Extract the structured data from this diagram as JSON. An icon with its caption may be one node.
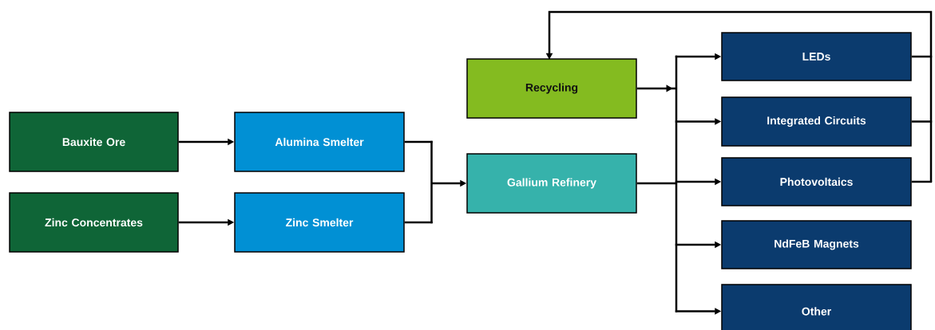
{
  "diagram": {
    "nodes": [
      {
        "text": [
          "Bauxite Ore"
        ]
      },
      {
        "text": [
          "Zinc Concentrates"
        ]
      },
      {
        "text": [
          "Alumina Smelter"
        ]
      },
      {
        "text": [
          "Zinc Smelter"
        ]
      },
      {
        "text": [
          "Recycling"
        ]
      },
      {
        "text": [
          "Gallium Refinery"
        ]
      },
      {
        "text": [
          "LEDs"
        ]
      },
      {
        "text": [
          "Integrated Circuits"
        ]
      },
      {
        "text": [
          "Photovoltaics"
        ]
      },
      {
        "text": [
          "NdFeB Magnets"
        ]
      },
      {
        "text": [
          "Other"
        ]
      }
    ],
    "edges": [
      {
        "from": 0,
        "to": 2,
        "arrow": "to"
      },
      {
        "from": 1,
        "to": 3,
        "arrow": "to"
      },
      {
        "from": 2,
        "to": 5,
        "arrow": "to"
      },
      {
        "from": 3,
        "to": 5,
        "arrow": "to"
      },
      {
        "from": 4,
        "to": 6,
        "arrow": "to"
      },
      {
        "from": 4,
        "to": 7,
        "arrow": "to"
      },
      {
        "from": 4,
        "to": 8,
        "arrow": "to"
      },
      {
        "from": 4,
        "to": 9,
        "arrow": "to"
      },
      {
        "from": 4,
        "to": 10,
        "arrow": "to"
      },
      {
        "from": 5,
        "to": 6,
        "arrow": "to"
      },
      {
        "from": 5,
        "to": 7,
        "arrow": "to"
      },
      {
        "from": 5,
        "to": 8,
        "arrow": "to"
      },
      {
        "from": 5,
        "to": 9,
        "arrow": "to"
      },
      {
        "from": 5,
        "to": 10,
        "arrow": "to"
      },
      {
        "from": 6,
        "to": 4,
        "arrow": "to"
      },
      {
        "from": 7,
        "to": 4,
        "arrow": "to"
      },
      {
        "from": 8,
        "to": 4,
        "arrow": "to"
      }
    ]
  }
}
